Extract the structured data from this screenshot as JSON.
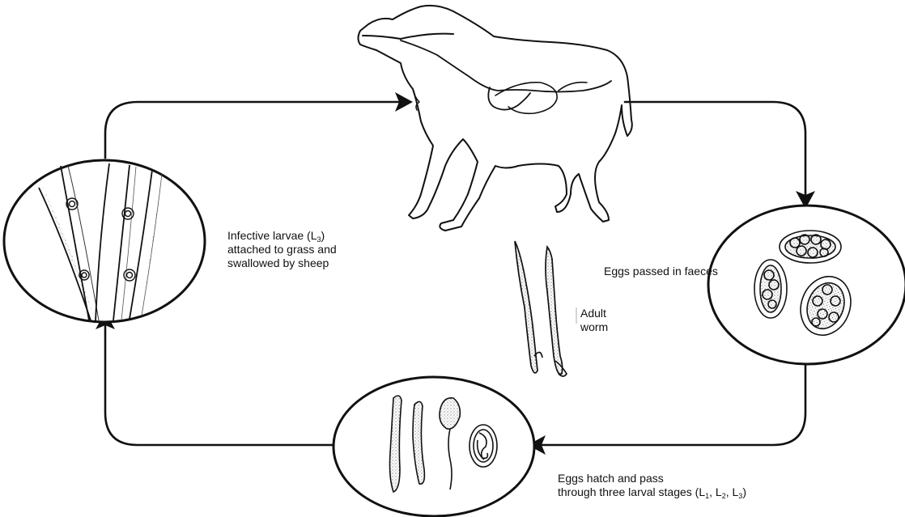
{
  "labels": {
    "infective": {
      "line1_pre": "Infective larvae (L",
      "line1_sub": "3",
      "line1_post": ")",
      "line2": "attached to grass and",
      "line3": "swallowed by sheep"
    },
    "eggs_faeces": "Eggs passed in faeces",
    "adult": {
      "line1": "Adult",
      "line2": "worm"
    },
    "hatch": {
      "line1": "Eggs hatch and pass",
      "line2_pre": "through three larval stages (L",
      "sub1": "1",
      "sep1": ", L",
      "sub2": "2",
      "sep2": ", L",
      "sub3": "3",
      "line2_post": ")"
    }
  },
  "colors": {
    "ink": "#111111",
    "stipple": "#555555",
    "background": "#ffffff"
  }
}
